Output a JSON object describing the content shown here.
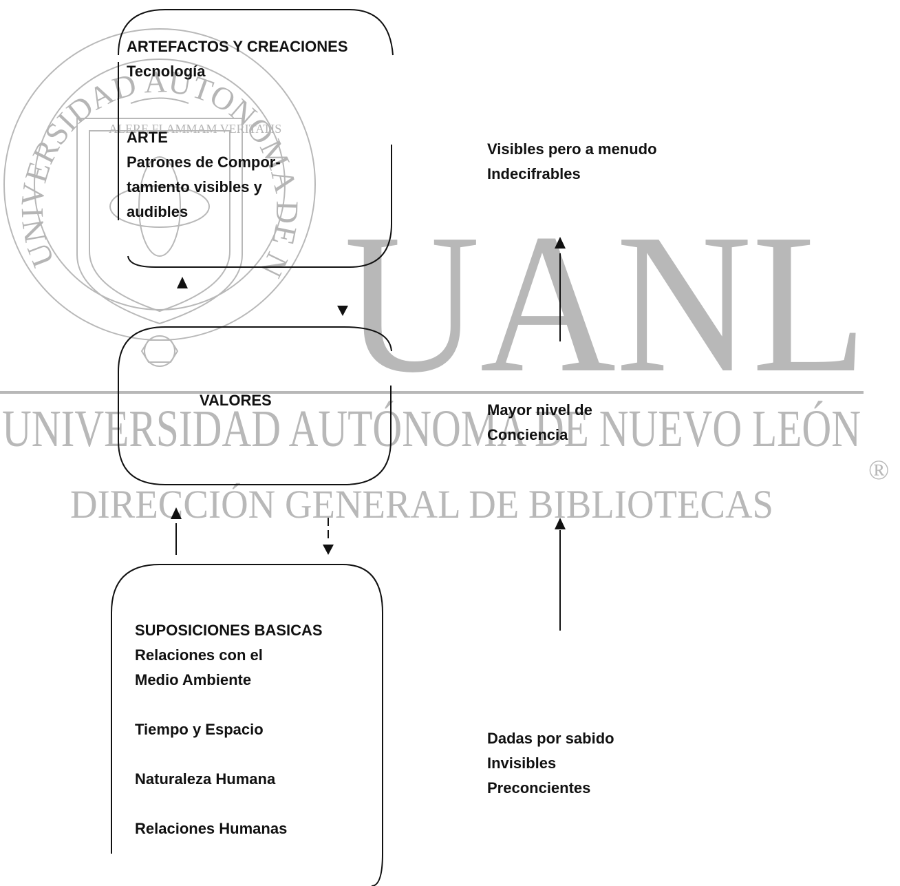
{
  "diagram": {
    "level_artifacts": {
      "title": "ARTEFACTOS Y CREACIONES",
      "line_technology": "Tecnología",
      "line_art": "ARTE",
      "line_patterns_1": "Patrones de Compor-",
      "line_patterns_2": "tamiento visibles y",
      "line_patterns_3": "audibles"
    },
    "level_values": {
      "title": "VALORES"
    },
    "level_assumptions": {
      "title": "SUPOSICIONES BASICAS",
      "line_1": "Relaciones con el",
      "line_2": "Medio Ambiente",
      "line_3": "Tiempo y Espacio",
      "line_4": "Naturaleza Humana",
      "line_5": "Relaciones Humanas"
    },
    "side_labels": {
      "visible_1": "Visibles pero a menudo",
      "visible_2": "Indecifrables",
      "awareness_1": "Mayor nivel de",
      "awareness_2": "Conciencia",
      "taken_1": "Dadas por sabido",
      "taken_2": "Invisibles",
      "taken_3": "Preconcientes"
    }
  },
  "watermark": {
    "big_letters": "UANL",
    "university_name": "UNIVERSIDAD AUTÓNOMA DE NUEVO LEÓN",
    "directorate": "DIRECCIÓN GENERAL DE BIBLIOTECAS",
    "registered_mark": "®",
    "seal_motto": "ALERE FLAMMAM VERITATIS",
    "seal_ring_text": "UNIVERSIDAD AUTONOMA DE NUEVO LEON"
  },
  "colors": {
    "ink": "#111111",
    "watermark": "#b8b8b8"
  }
}
